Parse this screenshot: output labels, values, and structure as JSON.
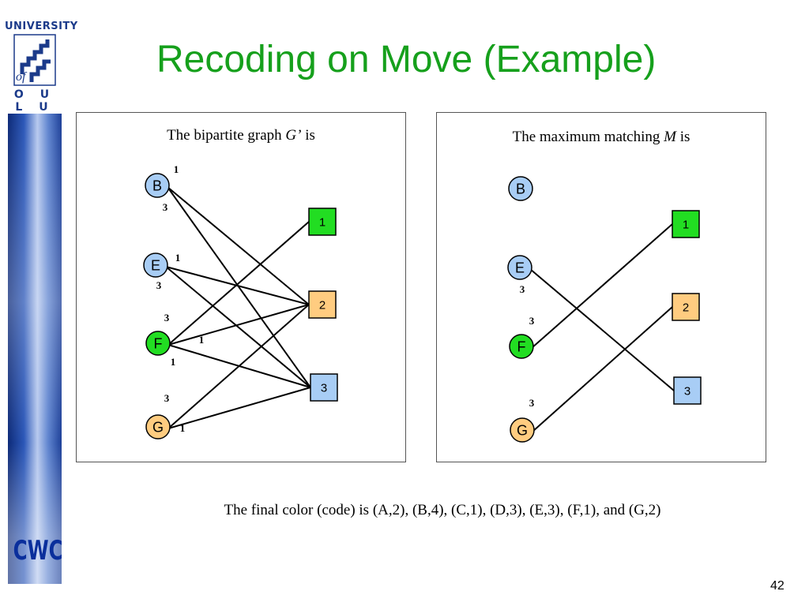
{
  "logo": {
    "top_text": "UNIVERSITY",
    "of_text": "of",
    "bottom_text": "O U L U",
    "brand_color": "#1b3a8a"
  },
  "sidebar": {
    "bottom_text": "CWC"
  },
  "title": "Recoding on Move (Example)",
  "title_color": "#16a01c",
  "colors": {
    "green": "#22dd22",
    "orange": "#ffcc80",
    "blue": "#a8cdf5"
  },
  "left_panel": {
    "caption_prefix": "The bipartite graph ",
    "caption_var": "G’",
    "caption_suffix": " is",
    "left_nodes": [
      {
        "label": "B",
        "color": "blue"
      },
      {
        "label": "E",
        "color": "blue"
      },
      {
        "label": "F",
        "color": "green"
      },
      {
        "label": "G",
        "color": "orange"
      }
    ],
    "right_nodes": [
      {
        "label": "1",
        "color": "green"
      },
      {
        "label": "2",
        "color": "orange"
      },
      {
        "label": "3",
        "color": "blue"
      }
    ],
    "edges": [
      {
        "from": "B",
        "to": "2"
      },
      {
        "from": "B",
        "to": "3"
      },
      {
        "from": "E",
        "to": "2"
      },
      {
        "from": "E",
        "to": "3"
      },
      {
        "from": "F",
        "to": "1"
      },
      {
        "from": "F",
        "to": "2"
      },
      {
        "from": "F",
        "to": "3"
      },
      {
        "from": "G",
        "to": "2"
      },
      {
        "from": "G",
        "to": "3"
      }
    ],
    "weights": [
      "1",
      "3",
      "1",
      "3",
      "3",
      "1",
      "1",
      "3",
      "1"
    ]
  },
  "right_panel": {
    "caption_prefix": "The maximum matching ",
    "caption_var": "M",
    "caption_suffix": " is",
    "left_nodes": [
      {
        "label": "B",
        "color": "blue"
      },
      {
        "label": "E",
        "color": "blue"
      },
      {
        "label": "F",
        "color": "green"
      },
      {
        "label": "G",
        "color": "orange"
      }
    ],
    "right_nodes": [
      {
        "label": "1",
        "color": "green"
      },
      {
        "label": "2",
        "color": "orange"
      },
      {
        "label": "3",
        "color": "blue"
      }
    ],
    "edges": [
      {
        "from": "E",
        "to": "3"
      },
      {
        "from": "F",
        "to": "1"
      },
      {
        "from": "G",
        "to": "2"
      }
    ],
    "weights": [
      "3",
      "3",
      "3"
    ]
  },
  "footer": "The final color (code) is (A,2), (B,4), (C,1), (D,3), (E,3), (F,1), and (G,2)",
  "page_number": "42"
}
